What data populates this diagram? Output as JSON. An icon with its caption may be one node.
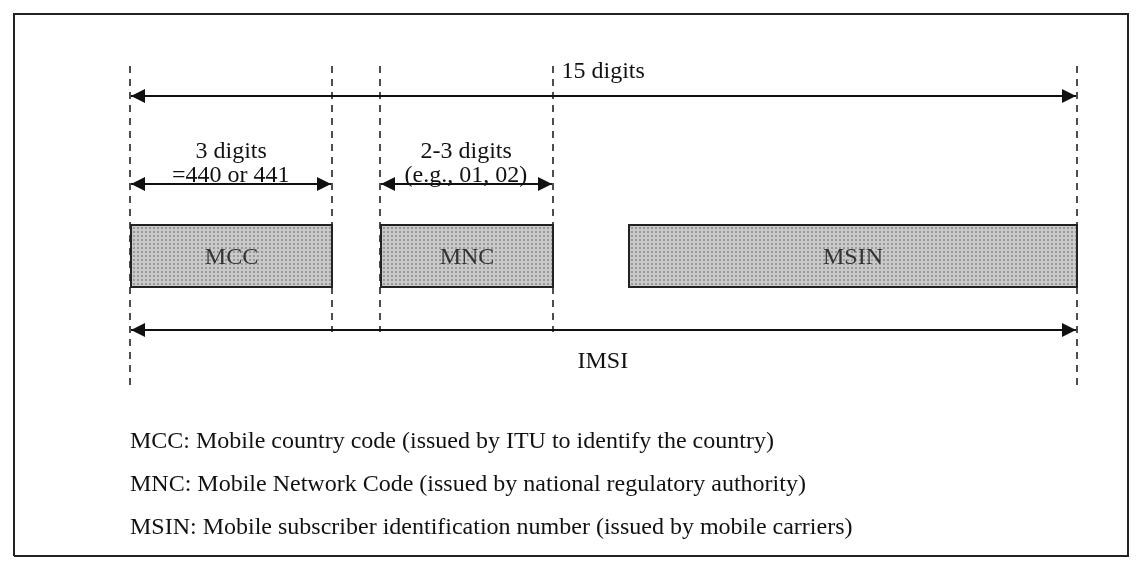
{
  "diagram": {
    "nodes": [
      {
        "text": [
          "MCC"
        ]
      },
      {
        "text": [
          "MNC"
        ]
      },
      {
        "text": [
          "MSIN"
        ]
      }
    ],
    "labels": [
      "15 digits",
      "3 digits",
      "=440 or 441",
      "2-3 digits",
      "(e.g., 01, 02)",
      "IMSI",
      "MCC: Mobile country code (issued by ITU to identify the country)",
      "MNC: Mobile Network Code (issued by national regulatory authority)",
      "MSIN: Mobile subscriber identification number (issued by mobile carriers)"
    ]
  }
}
